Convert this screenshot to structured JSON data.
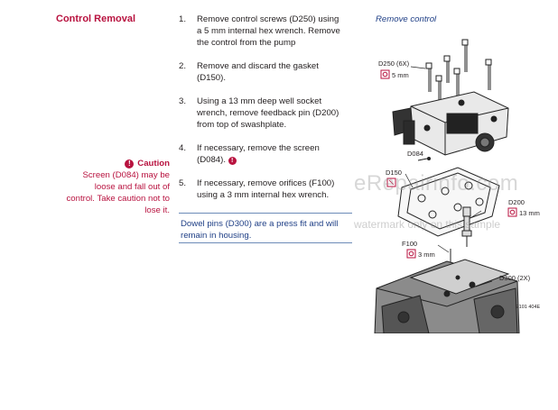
{
  "section": {
    "title": "Control Removal"
  },
  "caution": {
    "heading": "Caution",
    "lines": [
      "Screen (D084) may be",
      "loose and fall out of",
      "control. Take caution not to",
      "lose it."
    ]
  },
  "steps": [
    {
      "num": "1.",
      "lines": [
        "Remove control screws (D250) using",
        "a 5 mm internal hex wrench. Remove",
        "the control from the pump"
      ]
    },
    {
      "num": "2.",
      "lines": [
        "Remove and discard the gasket",
        "(D150)."
      ]
    },
    {
      "num": "3.",
      "lines": [
        "Using a 13 mm deep well socket",
        "wrench, remove feedback pin (D200)",
        "from top of swashplate."
      ]
    },
    {
      "num": "4.",
      "lines": [
        "If necessary, remove the screen",
        "(D084)."
      ]
    },
    {
      "num": "5.",
      "lines": [
        "If necessary, remove orifices (F100)",
        "using a 3 mm internal hex wrench."
      ]
    }
  ],
  "note": {
    "lines": [
      "Dowel pins (D300) are a press fit and will",
      "remain in housing."
    ]
  },
  "figure": {
    "title": "Remove control",
    "labels": {
      "d250": "D250 (6X)",
      "d250_size": "5 mm",
      "d084": "D084",
      "d150": "D150",
      "d200": "D200",
      "d200_size": "13 mm",
      "f100": "F100",
      "f100_size": "3 mm",
      "d300": "D300 (2X)",
      "code": "E101 404E"
    }
  },
  "watermark": {
    "line1": "eRepairinfo.com",
    "line2": "watermark only on this sample"
  },
  "colors": {
    "accent": "#b8123f",
    "note": "#1f3f86"
  }
}
